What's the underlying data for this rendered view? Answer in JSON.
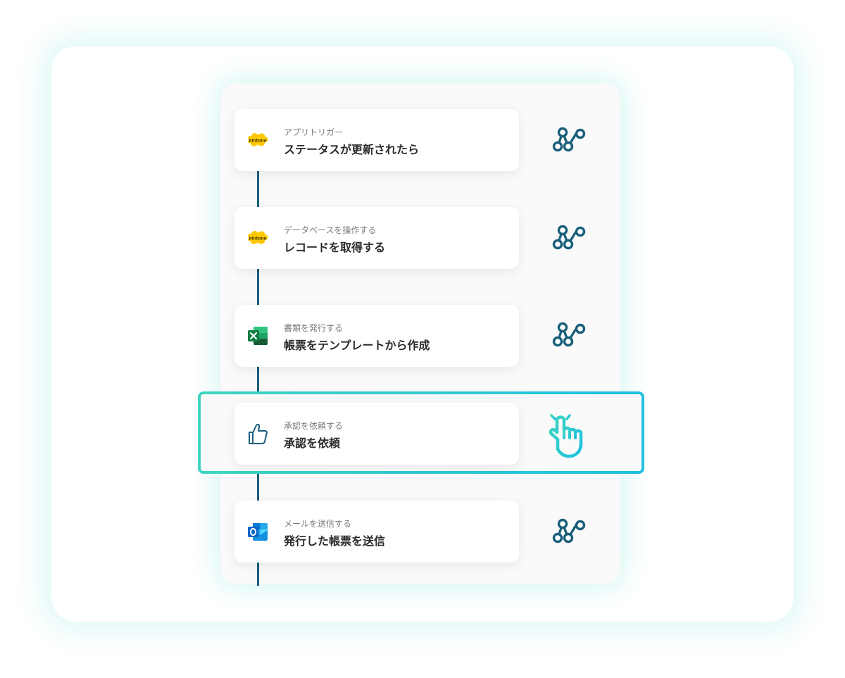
{
  "steps": [
    {
      "subtitle": "アプリトリガー",
      "title": "ステータスが更新されたら",
      "icon": "kintone-icon",
      "action_icon": "node-graph-icon"
    },
    {
      "subtitle": "データベースを操作する",
      "title": "レコードを取得する",
      "icon": "kintone-icon",
      "action_icon": "node-graph-icon"
    },
    {
      "subtitle": "書類を発行する",
      "title": "帳票をテンプレートから作成",
      "icon": "excel-icon",
      "action_icon": "node-graph-icon"
    },
    {
      "subtitle": "承認を依頼する",
      "title": "承認を依頼",
      "icon": "thumbs-up-icon",
      "action_icon": "tap-hand-icon",
      "highlighted": true
    },
    {
      "subtitle": "メールを送信する",
      "title": "発行した帳票を送信",
      "icon": "outlook-icon",
      "action_icon": "node-graph-icon"
    }
  ],
  "kintone_logo_text": "kintone",
  "colors": {
    "accent_teal": "#3dd5c0",
    "accent_cyan": "#1fc0e0",
    "node_blue": "#1a5f7a",
    "kintone_yellow": "#fcc800",
    "excel_green": "#1d6f42",
    "outlook_blue": "#0a64c8"
  }
}
